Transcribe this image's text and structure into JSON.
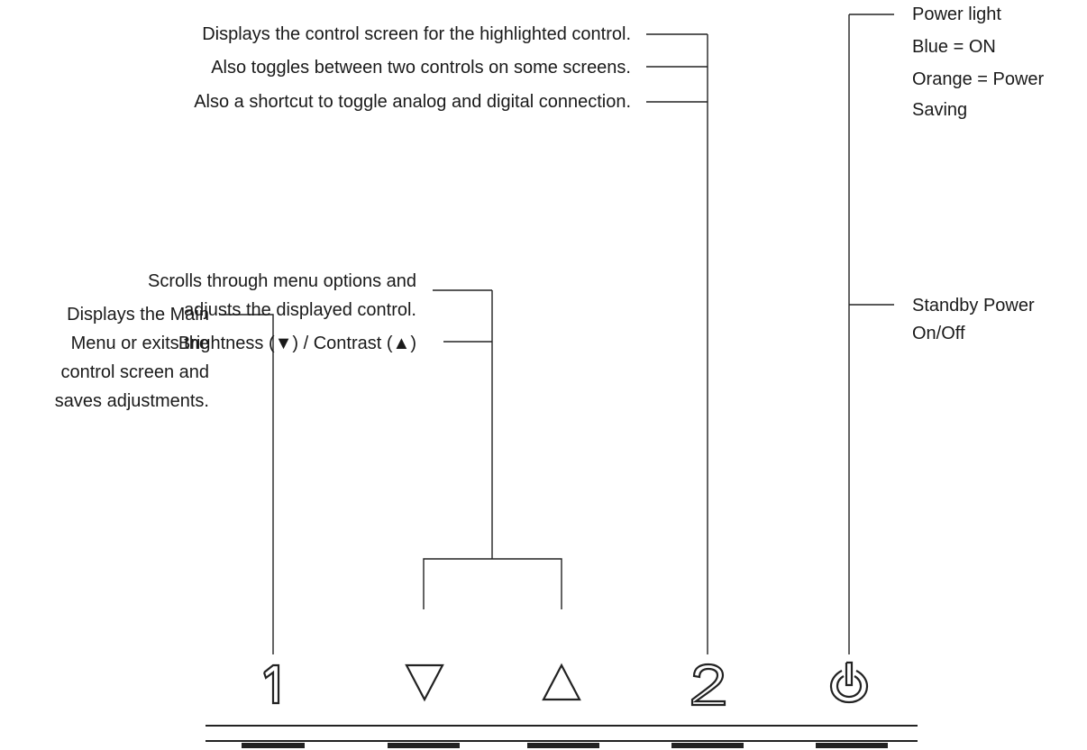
{
  "callouts": {
    "button_2": {
      "line1": "Displays the control screen for the highlighted control.",
      "line2": "Also toggles between two controls on some screens.",
      "line3": "Also a shortcut to toggle analog and digital connection."
    },
    "power_light": {
      "line1": "Power light",
      "line2": "Blue = ON",
      "line3": "Orange = Power",
      "line4": "Saving"
    },
    "arrows": {
      "line1": "Scrolls through menu options and",
      "line2": "adjusts the displayed control.",
      "line3": "Brightness (▼) / Contrast (▲)"
    },
    "standby": {
      "line1": "Standby Power",
      "line2": "On/Off"
    },
    "button_1": {
      "line1": "Displays the Main",
      "line2": "Menu or exits the",
      "line3": "control screen and",
      "line4": "saves adjustments."
    }
  },
  "buttons": [
    {
      "name": "button-1",
      "glyph": "1"
    },
    {
      "name": "down-arrow-button",
      "icon": "down-triangle-icon"
    },
    {
      "name": "up-arrow-button",
      "icon": "up-triangle-icon"
    },
    {
      "name": "button-2",
      "glyph": "2"
    },
    {
      "name": "power-button",
      "icon": "power-icon"
    }
  ]
}
